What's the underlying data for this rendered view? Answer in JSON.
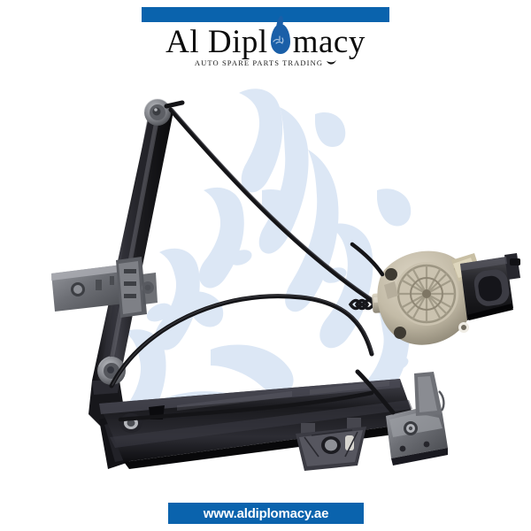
{
  "header": {
    "top_bar_color": "#0a63ad",
    "brand_prefix": "Al Dipl",
    "brand_suffix": "macy",
    "brand_full": "Al Diplomacy",
    "logo_drop_icon": "water-drop-arabic-calligraphy-icon",
    "tagline": "AUTO SPARE PARTS TRADING",
    "tagline_swoosh_icon": "swoosh-icon"
  },
  "watermark": {
    "name": "arabic-calligraphy-watermark",
    "color": "#dbe6f4"
  },
  "product": {
    "name": "car-window-regulator-with-motor",
    "colors": {
      "rail_black": "#1b1b1e",
      "rail_black_light": "#3a3a40",
      "cable_black": "#141417",
      "pulley_grey": "#8f9196",
      "bracket_grey": "#7c7e84",
      "motor_housing_beige": "#cfc7b5",
      "motor_body_dark": "#2a2a2e",
      "sheath_beige": "#c9c2b2"
    },
    "parts": [
      "upper-pulley",
      "main-vertical-rail",
      "left-mounting-bracket",
      "lower-left-pulley",
      "lower-horizontal-rail",
      "center-bottom-bracket",
      "right-mounting-bracket",
      "lift-cables",
      "cable-sheath-spring",
      "motor-gear-housing",
      "electric-motor"
    ]
  },
  "footer": {
    "url": "www.aldiplomacy.ae",
    "bar_color": "#0a63ad",
    "text_color": "#ffffff"
  }
}
